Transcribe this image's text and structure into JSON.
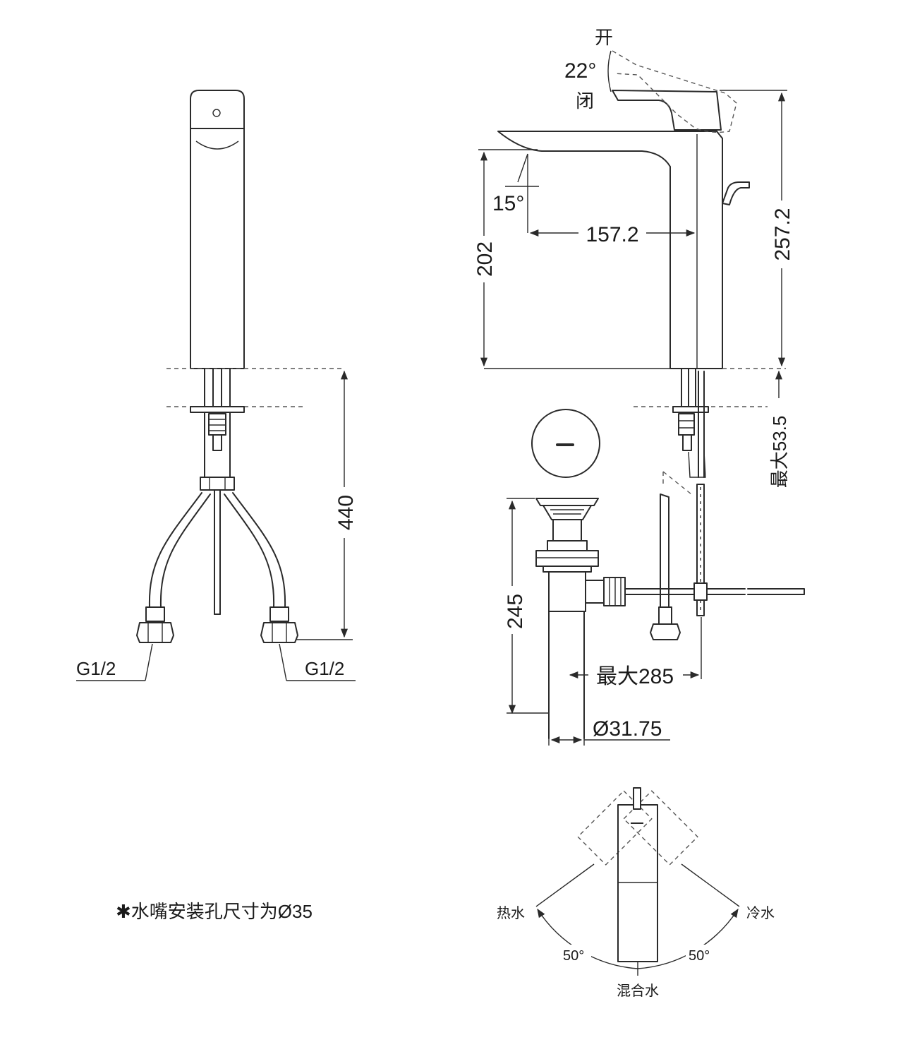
{
  "dimensions": {
    "spout_height": "202",
    "total_height": "257.2",
    "spout_reach": "157.2",
    "max_deck_thickness": "最大53.5",
    "hose_length": "440",
    "waste_length": "245",
    "max_waste_reach": "最大285",
    "waste_diameter": "Ø31.75",
    "spout_angle": "15°",
    "lever_angle": "22°"
  },
  "labels": {
    "open": "开",
    "close": "闭",
    "connector_left": "G1/2",
    "connector_right": "G1/2",
    "hot_water": "热水",
    "cold_water": "冷水",
    "mixed_water": "混合水",
    "angle_left": "50°",
    "angle_right": "50°"
  },
  "note": "✱水嘴安装孔尺寸为Ø35"
}
